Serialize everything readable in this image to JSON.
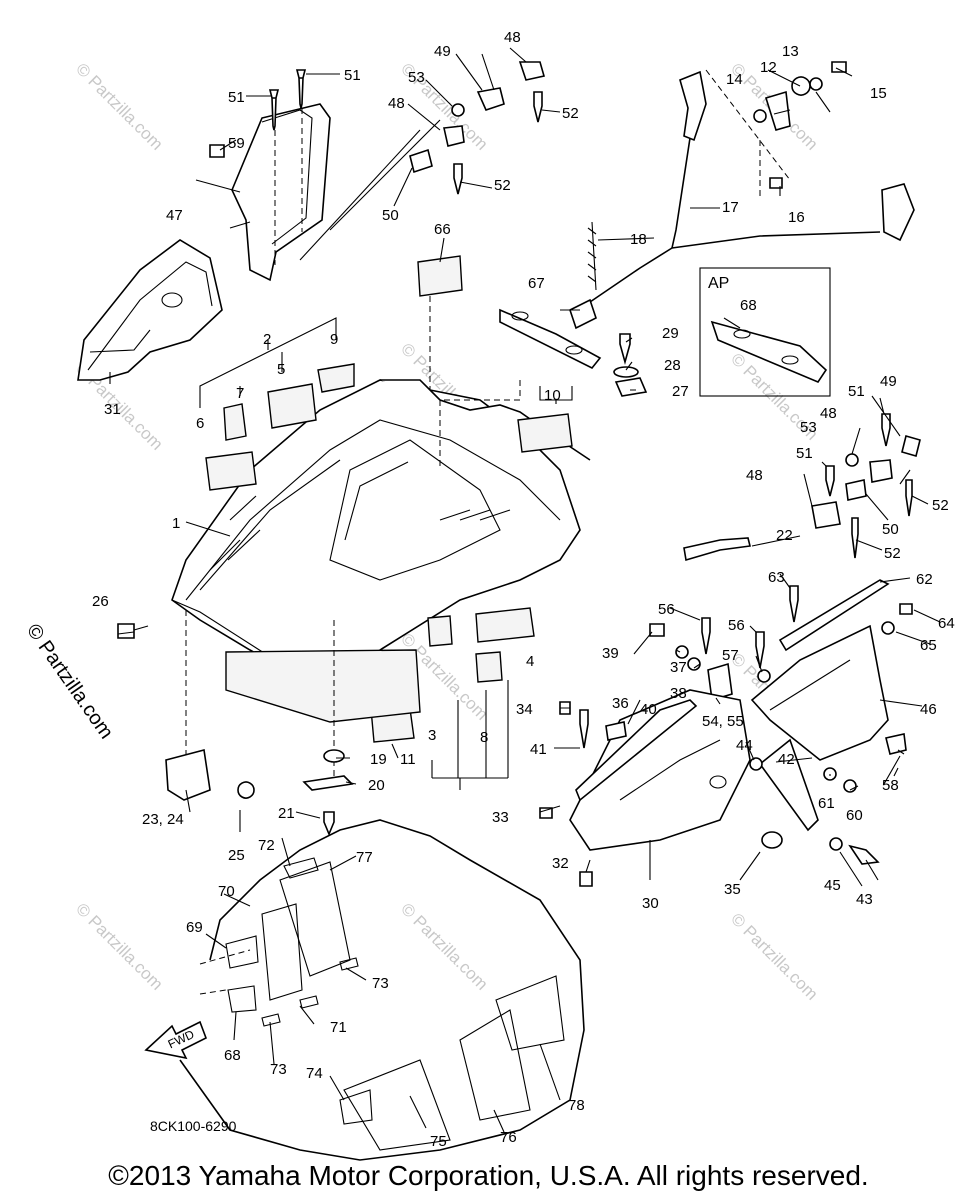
{
  "diagram": {
    "part_numbers": [
      "1",
      "2",
      "3",
      "4",
      "5",
      "6",
      "7",
      "8",
      "9",
      "10",
      "11",
      "12",
      "13",
      "14",
      "15",
      "16",
      "17",
      "18",
      "19",
      "20",
      "21",
      "22",
      "23, 24",
      "25",
      "26",
      "27",
      "28",
      "29",
      "30",
      "31",
      "32",
      "33",
      "34",
      "35",
      "36",
      "37",
      "38",
      "39",
      "40",
      "41",
      "42",
      "43",
      "44",
      "45",
      "46",
      "47",
      "48",
      "49",
      "50",
      "51",
      "52",
      "53",
      "54, 55",
      "56",
      "57",
      "58",
      "59",
      "60",
      "61",
      "62",
      "63",
      "64",
      "65",
      "66",
      "67",
      "68",
      "69",
      "70",
      "71",
      "72",
      "73",
      "74",
      "75",
      "76",
      "77",
      "78"
    ],
    "ap_box_label": "AP",
    "fwd_label": "FWD",
    "drawing_code": "8CK100-6290",
    "watermark": "© Partzilla.com",
    "side_watermark": "© Partzilla.com"
  },
  "footer": {
    "copyright": "©2013 Yamaha Motor Corporation, U.S.A. All rights reserved."
  }
}
